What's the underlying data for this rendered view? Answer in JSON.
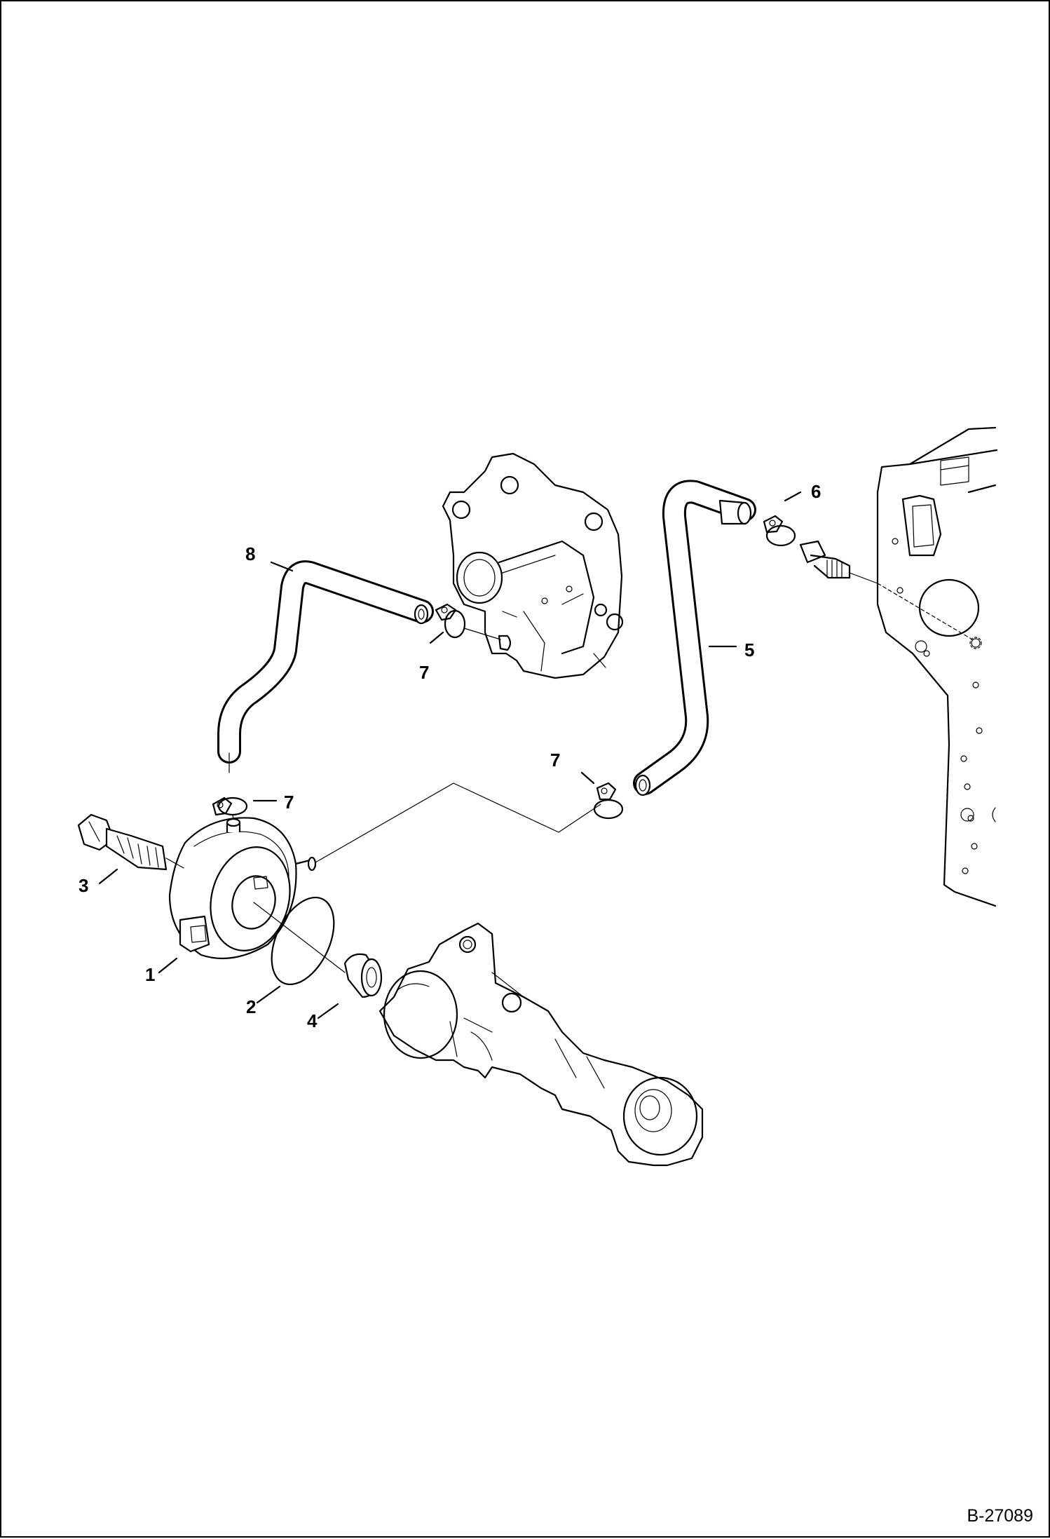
{
  "drawing_ref": "B-27089",
  "callouts": [
    "1",
    "2",
    "3",
    "4",
    "5",
    "6",
    "7",
    "7",
    "7",
    "8"
  ]
}
